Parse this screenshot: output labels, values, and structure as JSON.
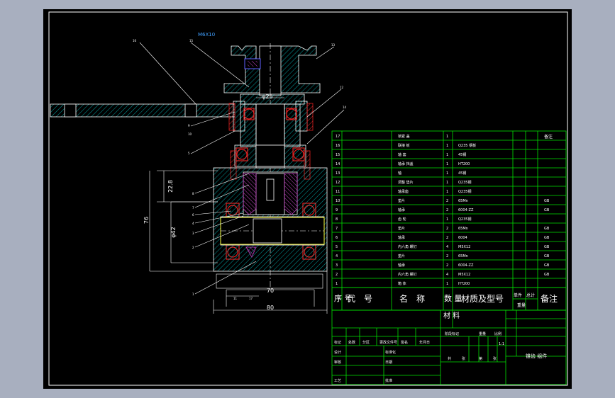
{
  "drawing": {
    "thread_note": "M6X10",
    "dims": {
      "d25": "φ25",
      "d42": "φ42",
      "len_228": "22.8",
      "len_76": "76",
      "len_70": "70",
      "len_80": "80",
      "len_11": "11",
      "len_17": "17"
    },
    "balloons": [
      "16",
      "15",
      "13",
      "12",
      "14",
      "9",
      "10",
      "5",
      "8",
      "7",
      "6",
      "4",
      "3",
      "2",
      "1"
    ]
  },
  "bom": {
    "rows": [
      {
        "no": "17",
        "name": "锁紧 盖",
        "qty": "1",
        "material": "",
        "note": ""
      },
      {
        "no": "16",
        "name": "联接 板",
        "qty": "1",
        "material": "Q235 钢板",
        "note": ""
      },
      {
        "no": "15",
        "name": "轴 套",
        "qty": "1",
        "material": "45钢",
        "note": ""
      },
      {
        "no": "14",
        "name": "轴承 挡盖",
        "qty": "1",
        "material": "HT200",
        "note": ""
      },
      {
        "no": "13",
        "name": "轴",
        "qty": "1",
        "material": "45钢",
        "note": ""
      },
      {
        "no": "12",
        "name": "调整 垫片",
        "qty": "1",
        "material": "Q235钢",
        "note": ""
      },
      {
        "no": "11",
        "name": "轴承座",
        "qty": "1",
        "material": "Q235钢",
        "note": ""
      },
      {
        "no": "10",
        "name": "垫片",
        "qty": "2",
        "material": "65Mn",
        "note": "GB"
      },
      {
        "no": "9",
        "name": "轴承",
        "qty": "2",
        "material": "6004-ZZ",
        "note": "GB"
      },
      {
        "no": "8",
        "name": "齿 轮",
        "qty": "1",
        "material": "Q235钢",
        "note": ""
      },
      {
        "no": "7",
        "name": "垫片",
        "qty": "2",
        "material": "65Mn",
        "note": "GB"
      },
      {
        "no": "6",
        "name": "轴承",
        "qty": "2",
        "material": "6004",
        "note": "GB"
      },
      {
        "no": "5",
        "name": "内六角 螺钉",
        "qty": "4",
        "material": "M5X12",
        "note": "GB"
      },
      {
        "no": "4",
        "name": "垫片",
        "qty": "2",
        "material": "65Mn",
        "note": "GB"
      },
      {
        "no": "3",
        "name": "轴承",
        "qty": "2",
        "material": "6004-ZZ",
        "note": "GB"
      },
      {
        "no": "2",
        "name": "内六角 螺钉",
        "qty": "4",
        "material": "M5X12",
        "note": "GB"
      },
      {
        "no": "1",
        "name": "箱 体",
        "qty": "1",
        "material": "HT200",
        "note": ""
      }
    ],
    "header_note": "备注",
    "header": {
      "seq": "序 号",
      "code": "代　号",
      "name": "名　称",
      "qty": "数 量",
      "material": "材质及型号",
      "single": "单件",
      "total": "总计",
      "weight": "重量",
      "remark": "备注"
    }
  },
  "title_block": {
    "material_label": "材 料",
    "mark_labels": [
      "标记",
      "处数",
      "分区",
      "更改文件号",
      "签名",
      "年月日"
    ],
    "stage_labels": [
      "阶段标记",
      "重量",
      "比例"
    ],
    "signoff": [
      "设计",
      "审核",
      "工艺"
    ],
    "std_labels": [
      "标准化",
      "批准"
    ],
    "dates": [
      "日期"
    ],
    "sheet": [
      "共",
      "张",
      "第",
      "张"
    ],
    "title": "锥齿 组件",
    "scale_value": "1:1"
  }
}
